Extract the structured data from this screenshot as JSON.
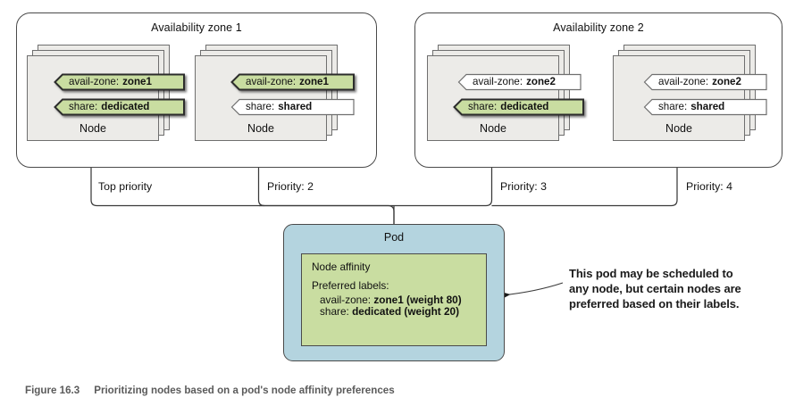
{
  "figure": {
    "number": "Figure 16.3",
    "caption": "Prioritizing nodes based on a pod's node affinity preferences"
  },
  "colors": {
    "highlight_green": "#c9dda1",
    "pod_blue": "#b4d4df",
    "node_gray": "#ecebe8",
    "stroke": "#4a4a4a",
    "caption_gray": "#5b5b5b"
  },
  "zones": [
    {
      "title": "Availability zone 1",
      "nodes": [
        {
          "name": "Node",
          "labels": [
            {
              "key": "avail-zone:",
              "value": "zone1",
              "highlighted": true
            },
            {
              "key": "share:",
              "value": "dedicated",
              "highlighted": true
            }
          ]
        },
        {
          "name": "Node",
          "labels": [
            {
              "key": "avail-zone:",
              "value": "zone1",
              "highlighted": true
            },
            {
              "key": "share:",
              "value": "shared",
              "highlighted": false
            }
          ]
        }
      ]
    },
    {
      "title": "Availability zone 2",
      "nodes": [
        {
          "name": "Node",
          "labels": [
            {
              "key": "avail-zone:",
              "value": "zone2",
              "highlighted": false
            },
            {
              "key": "share:",
              "value": "dedicated",
              "highlighted": true
            }
          ]
        },
        {
          "name": "Node",
          "labels": [
            {
              "key": "avail-zone:",
              "value": "zone2",
              "highlighted": false
            },
            {
              "key": "share:",
              "value": "shared",
              "highlighted": false
            }
          ]
        }
      ]
    }
  ],
  "priorities": [
    {
      "label": "Top priority"
    },
    {
      "label": "Priority: 2"
    },
    {
      "label": "Priority: 3"
    },
    {
      "label": "Priority: 4"
    }
  ],
  "pod": {
    "title": "Pod",
    "affinity": {
      "heading": "Node affinity",
      "subheading": "Preferred labels:",
      "items": [
        {
          "key": "avail-zone:",
          "value": "zone1 (weight 80)"
        },
        {
          "key": "share:",
          "value": "dedicated (weight 20)"
        }
      ]
    }
  },
  "callout": {
    "lines": [
      "This pod may be scheduled to",
      "any node, but certain nodes are",
      "preferred based on their labels."
    ]
  }
}
